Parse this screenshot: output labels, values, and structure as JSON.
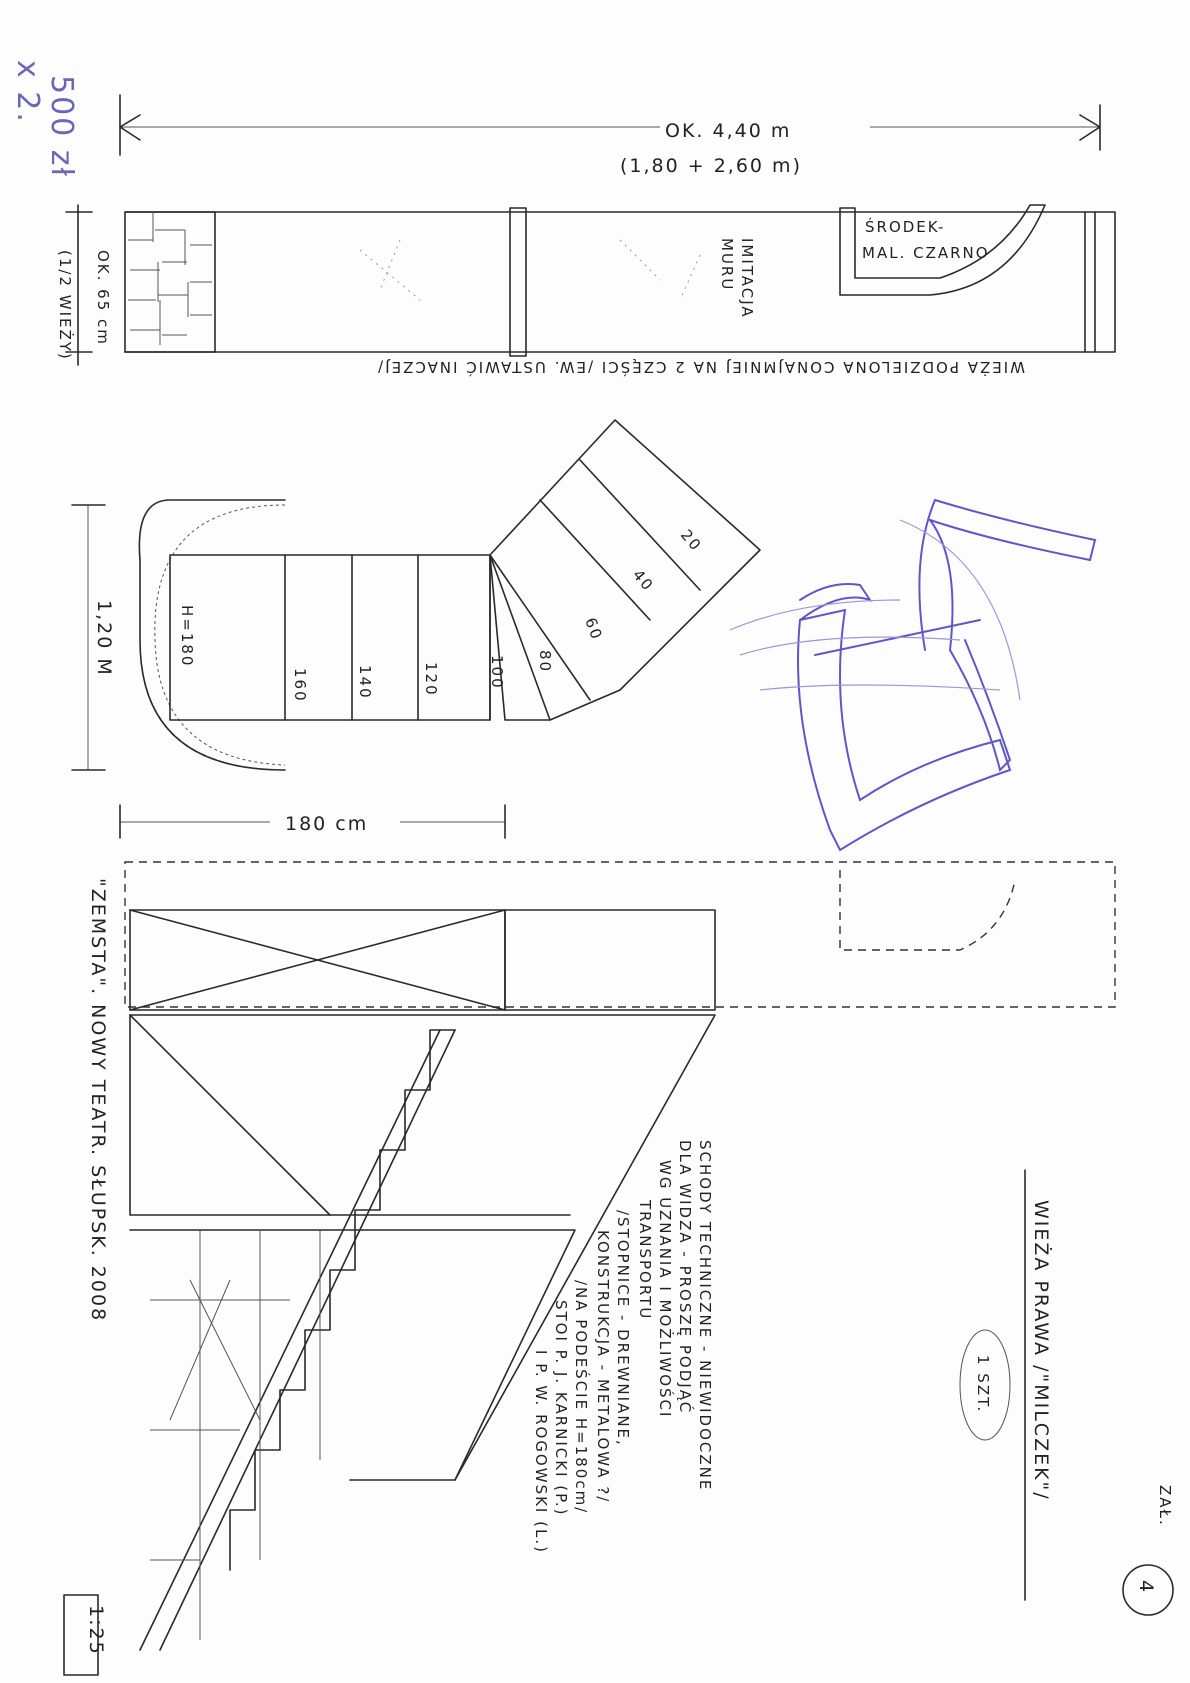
{
  "sheet": {
    "annex_label": "ZAŁ.",
    "annex_number": "4",
    "title": "WIEŻA PRAWA /\"MILCZEK\"/",
    "quantity": "1 SZT.",
    "production": "\"ZEMSTA\". NOWY TEATR. SŁUPSK. 2008",
    "scale": "1:25",
    "price_note": "500 zł",
    "price_multiplier": "x 2."
  },
  "plan_view": {
    "length_dim": "OK. 4,40 m",
    "length_breakdown": "(1,80 + 2,60 m)",
    "depth_dim": "OK. 65 cm",
    "depth_note": "(1/2 WIEŻY)",
    "wall_label_1": "IMITACJA",
    "wall_label_2": "MURU",
    "center_label_1": "ŚRODEK-",
    "center_label_2": "MAL. CZARNO",
    "split_note": "WIEŻA PODZIELONA CONAJMNIEJ NA 2 CZĘŚCI /EW. USTAWIĆ INACZEJ/"
  },
  "stairs_plan": {
    "width_dim": "1,20 M",
    "length_dim": "180 cm",
    "landing_height": "H=180",
    "step_heights": [
      "160",
      "140",
      "120",
      "100",
      "80",
      "60",
      "40",
      "20"
    ]
  },
  "notes": {
    "lines": [
      "SCHODY TECHNICZNE - NIEWIDOCZNE",
      "DLA WIDZA - PROSZĘ PODJĄĆ",
      "WG UZNANIA I MOŻLIWOŚCI",
      "TRANSPORTU",
      "/STOPNICE - DREWNIANE,",
      "KONSTRUKCJA - METALOWA ?/",
      "/NA PODEŚCIE H=180cm/",
      "STOI P. J. KARNICKI (P.)",
      "I P. W. ROGOWSKI (L.)"
    ]
  }
}
